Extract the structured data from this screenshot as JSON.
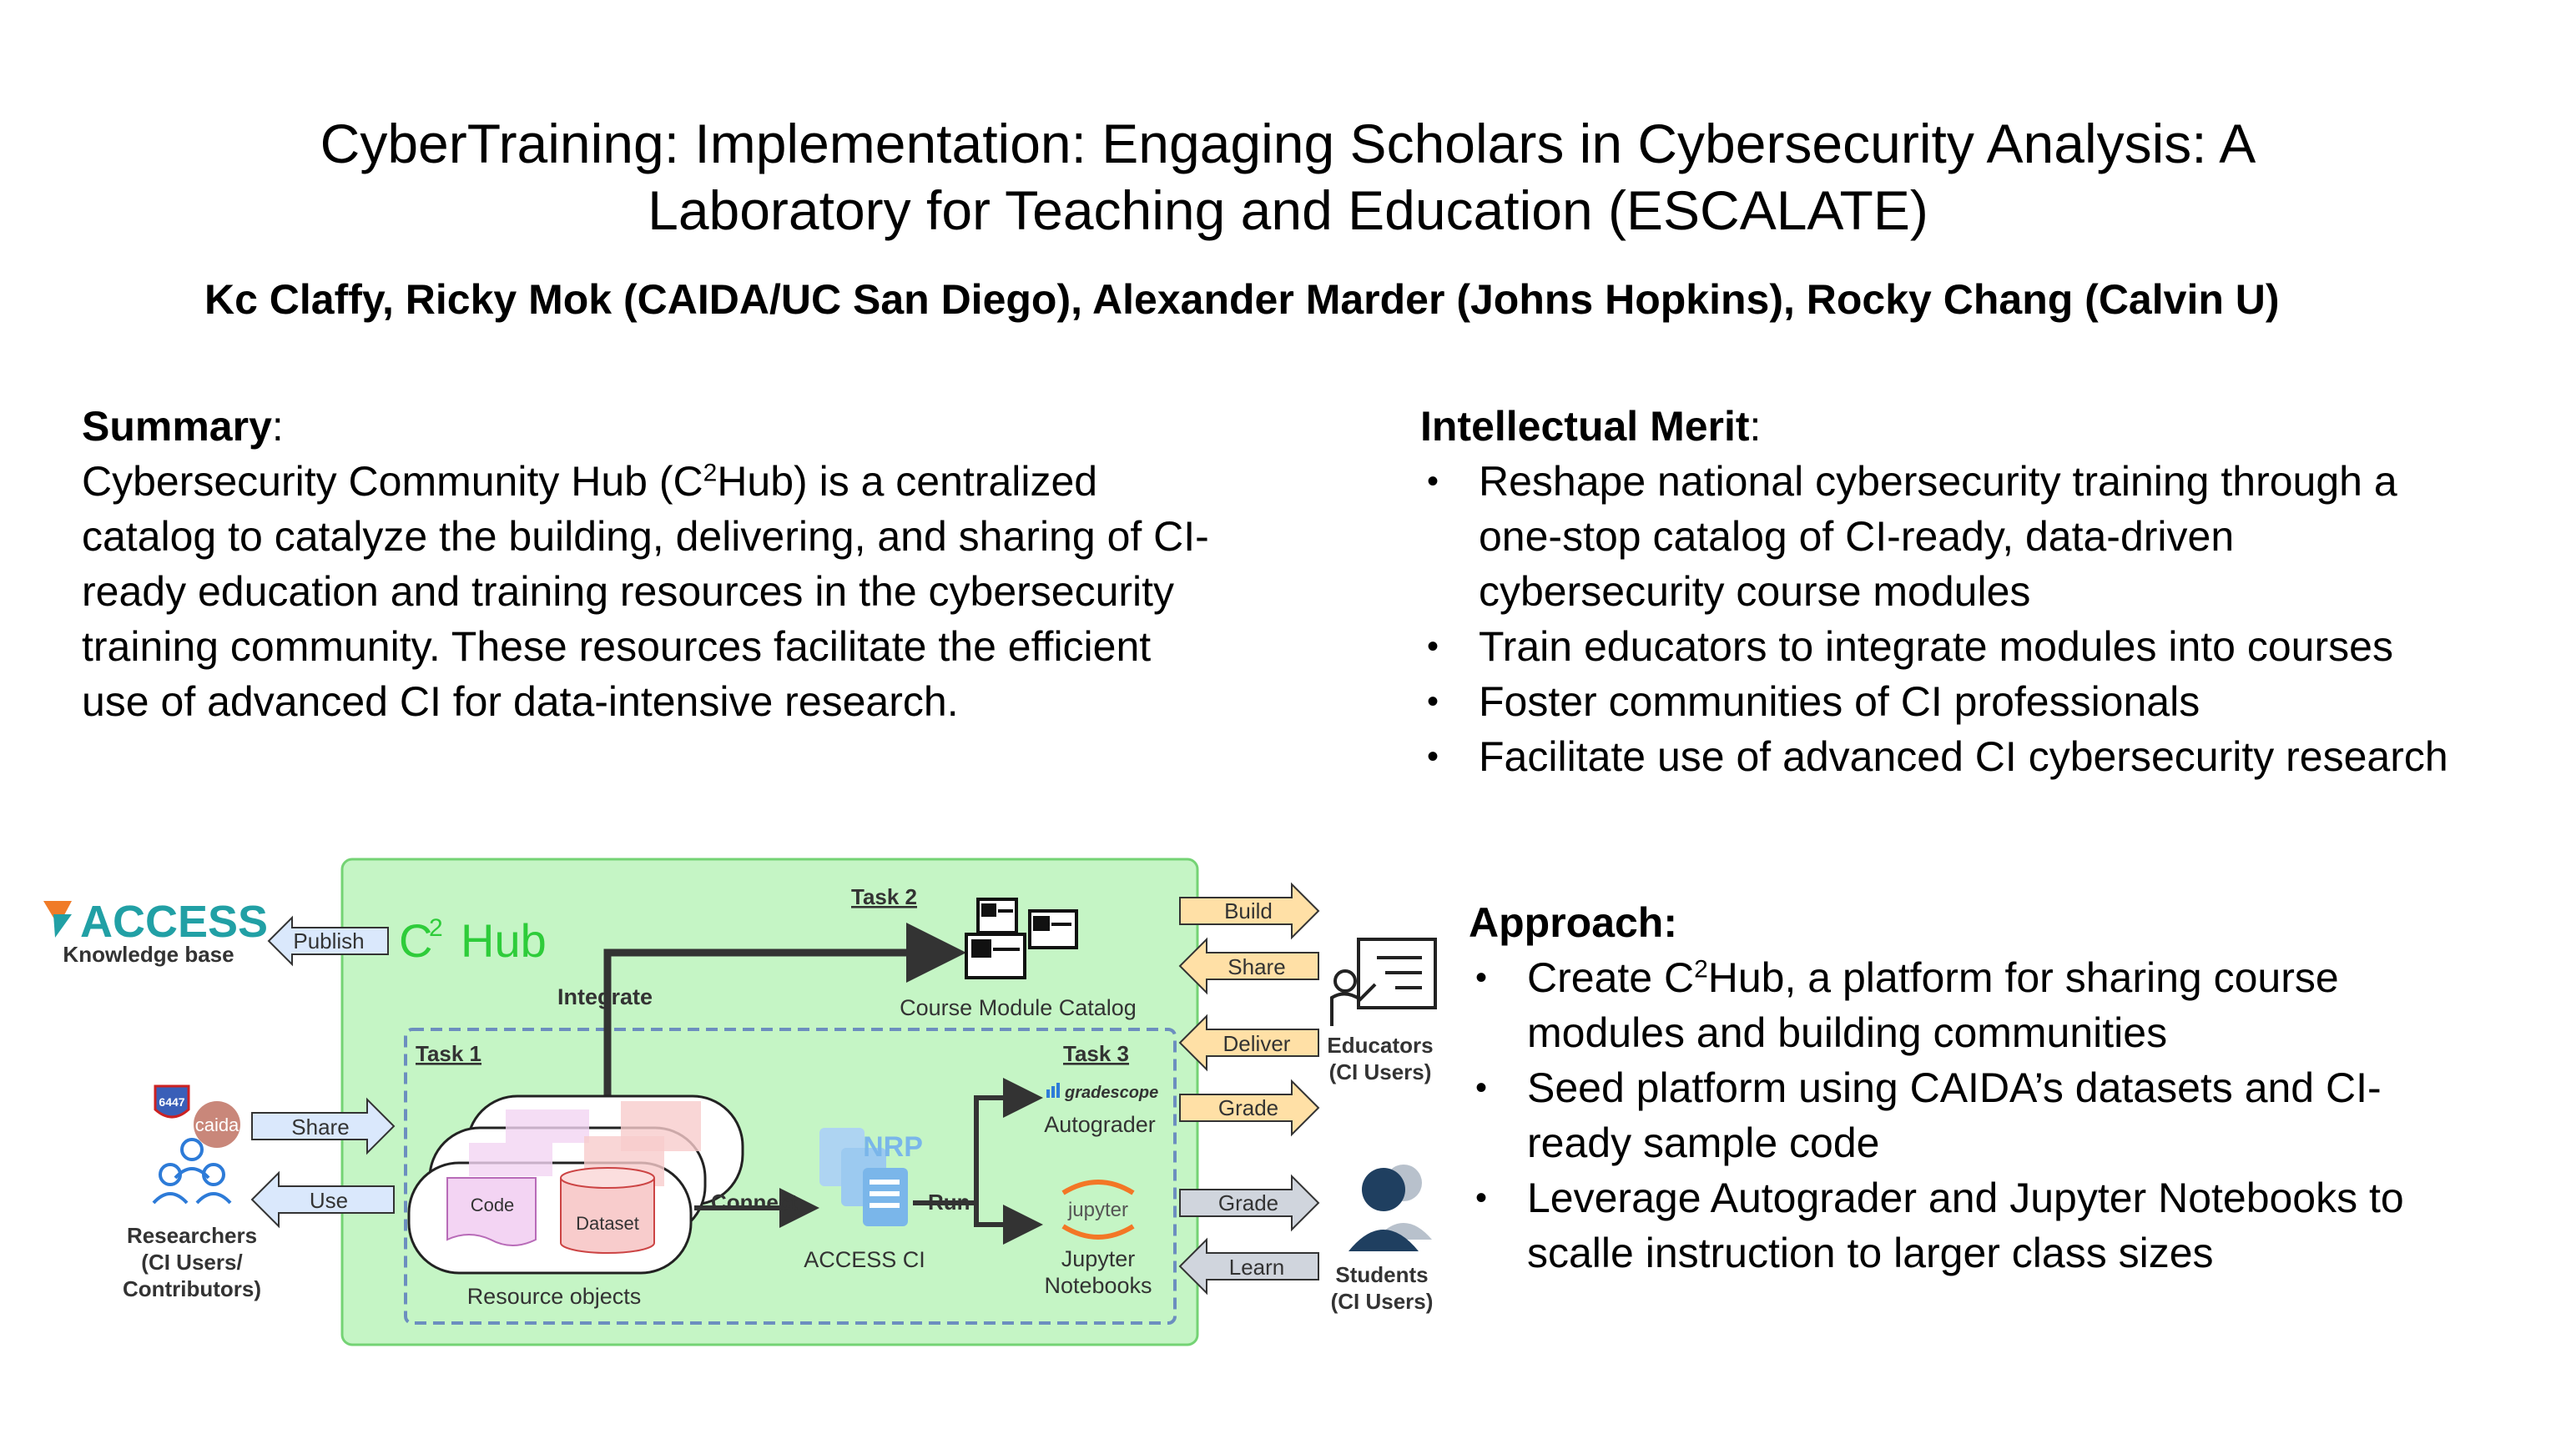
{
  "title": {
    "line1": "CyberTraining: Implementation: Engaging Scholars in Cybersecurity Analysis: A",
    "line2": "Laboratory for Teaching and Education (ESCALATE)"
  },
  "authors": "Kc Claffy, Ricky Mok (CAIDA/UC San Diego), Alexander Marder (Johns Hopkins), Rocky Chang (Calvin U)",
  "summary": {
    "heading": "Summary",
    "line1_pre": "Cybersecurity Community Hub (C",
    "sup": "2",
    "line1_post": "Hub) is a centralized",
    "lines": [
      "catalog to catalyze the building, delivering, and sharing of CI-",
      "ready education and training resources in the cybersecurity",
      "training community. These resources facilitate the efficient",
      "use of advanced CI for data-intensive research."
    ]
  },
  "merit": {
    "heading": "Intellectual Merit",
    "bullets": [
      [
        "Reshape national cybersecurity training through a",
        "one-stop catalog of CI-ready, data-driven",
        "cybersecurity course modules"
      ],
      [
        "Train educators to integrate modules into courses"
      ],
      [
        "Foster communities of CI professionals"
      ],
      [
        "Facilitate use of advanced CI cybersecurity research"
      ]
    ]
  },
  "approach": {
    "heading": "Approach:",
    "b1_pre": "Create C",
    "b1_sup": "2",
    "b1_post": "Hub, a platform for sharing course",
    "b1_line2": "modules and building communities",
    "b2": [
      "Seed platform using CAIDA’s datasets and CI-",
      "ready sample code"
    ],
    "b3": [
      "Leverage Autograder and Jupyter Notebooks to",
      "scalle instruction to larger class sizes"
    ]
  },
  "diagram": {
    "access_logo": "ACCESS",
    "knowledge_base": "Knowledge base",
    "publish": "Publish",
    "c2hub_c": "C",
    "c2hub_sup": "2",
    "c2hub_hub": "Hub",
    "task1": "Task 1",
    "task2": "Task 2",
    "task3": "Task 3",
    "integrate": "Integrate",
    "course_module_catalog": "Course Module Catalog",
    "code": "Code",
    "dataset": "Dataset",
    "resource_objects": "Resource objects",
    "connect": "Connect",
    "run": "Run",
    "nrp": "NRP",
    "access_ci": "ACCESS CI",
    "gradescope": "gradescope",
    "autograder": "Autograder",
    "jupyter": "jupyter",
    "jupyter_notebooks": [
      "Jupyter",
      "Notebooks"
    ],
    "caida": "caida",
    "shield": "6447",
    "researchers": [
      "Researchers",
      "(CI Users/",
      "Contributors)"
    ],
    "share_left": "Share",
    "use_left": "Use",
    "build": "Build",
    "share_right": "Share",
    "deliver": "Deliver",
    "grade_edu": "Grade",
    "educators": [
      "Educators",
      "(CI Users)"
    ],
    "grade_stu": "Grade",
    "learn": "Learn",
    "students": [
      "Students",
      "(CI Users)"
    ],
    "colors": {
      "hub_fill": "#c5f5c5",
      "hub_border": "#74d374",
      "arrow_blue": "#dae8fc",
      "arrow_orange": "#ffe0a6",
      "arrow_grey": "#d0d5dd",
      "access_teal": "#21a0a5",
      "c2hub_green": "#2ecc3a",
      "task_border": "#6c8ebf"
    }
  }
}
